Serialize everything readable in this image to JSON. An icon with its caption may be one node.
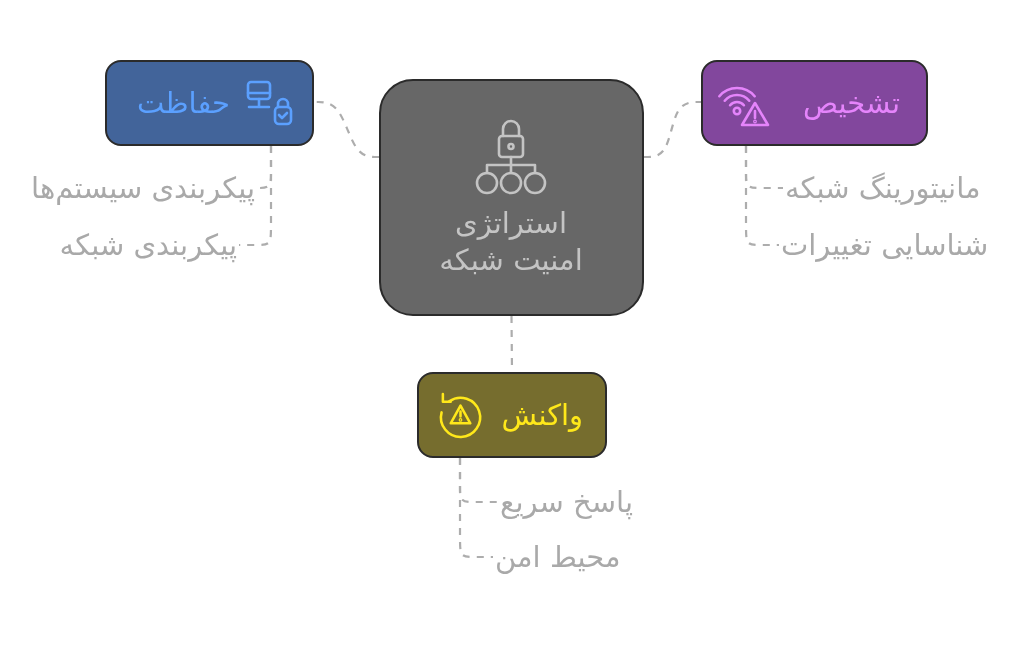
{
  "diagram": {
    "nodes": [
      {
        "text": [
          "استراتژی امنیت شبکه"
        ]
      },
      {
        "text": [
          "حفاظت"
        ]
      },
      {
        "text": [
          "تشخیص"
        ]
      },
      {
        "text": [
          "واکنش"
        ]
      },
      {
        "text": [
          "پیکربندی سیستم‌ها"
        ]
      },
      {
        "text": [
          "پیکربندی شبکه"
        ]
      },
      {
        "text": [
          "مانیتورینگ شبکه"
        ]
      },
      {
        "text": [
          "شناسایی تغییرات"
        ]
      },
      {
        "text": [
          "پاسخ سریع"
        ]
      },
      {
        "text": [
          "محیط امن"
        ]
      }
    ],
    "edges": [
      {
        "from": 0,
        "to": 1,
        "arrow": "none",
        "style": "dashed"
      },
      {
        "from": 0,
        "to": 2,
        "arrow": "none",
        "style": "dashed"
      },
      {
        "from": 0,
        "to": 3,
        "arrow": "none",
        "style": "dashed"
      },
      {
        "from": 1,
        "to": 4,
        "arrow": "none",
        "style": "dashed"
      },
      {
        "from": 1,
        "to": 5,
        "arrow": "none",
        "style": "dashed"
      },
      {
        "from": 2,
        "to": 6,
        "arrow": "none",
        "style": "dashed"
      },
      {
        "from": 2,
        "to": 7,
        "arrow": "none",
        "style": "dashed"
      },
      {
        "from": 3,
        "to": 8,
        "arrow": "none",
        "style": "dashed"
      },
      {
        "from": 3,
        "to": 9,
        "arrow": "none",
        "style": "dashed"
      }
    ]
  }
}
